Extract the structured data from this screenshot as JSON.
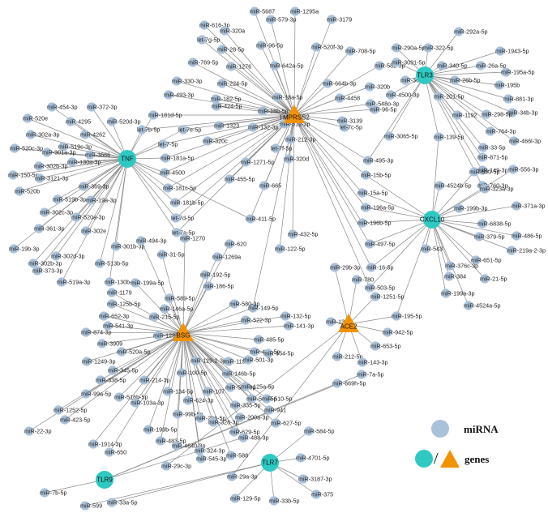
{
  "legend": {
    "mirna_label": "miRNA",
    "genes_label": "genes",
    "slash": "/"
  },
  "genes": [
    {
      "id": "TMPRSS2",
      "label": "TMPRSS2",
      "shape": "triangle"
    },
    {
      "id": "TLR3",
      "label": "TLR3",
      "shape": "circle"
    },
    {
      "id": "TNF",
      "label": "TNF",
      "shape": "circle"
    },
    {
      "id": "CXCL10",
      "label": "CXCL10",
      "shape": "circle"
    },
    {
      "id": "BSG",
      "label": "BSG",
      "shape": "triangle"
    },
    {
      "id": "ACE2",
      "label": "ACE2",
      "shape": "triangle"
    },
    {
      "id": "TLR9",
      "label": "TLR9",
      "shape": "circle"
    },
    {
      "id": "TLR7",
      "label": "TLR7",
      "shape": "circle"
    }
  ],
  "mirnas": [
    {
      "label": "miR-5687",
      "genes": [
        "TMPRSS2"
      ]
    },
    {
      "label": "miR-1295a",
      "genes": [
        "TMPRSS2"
      ]
    },
    {
      "label": "miR-616-3p",
      "genes": [
        "TMPRSS2"
      ]
    },
    {
      "label": "miR-579-3p",
      "genes": [
        "TMPRSS2"
      ]
    },
    {
      "label": "miR-3179",
      "genes": [
        "TMPRSS2"
      ]
    },
    {
      "label": "miR-320a",
      "genes": [
        "TMPRSS2"
      ]
    },
    {
      "label": "let-7g-5p",
      "genes": [
        "TMPRSS2"
      ]
    },
    {
      "label": "miR-28-5p",
      "genes": [
        "TMPRSS2"
      ]
    },
    {
      "label": "miR-96-5p",
      "genes": [
        "TMPRSS2"
      ]
    },
    {
      "label": "miR-520f-3p",
      "genes": [
        "TMPRSS2"
      ]
    },
    {
      "label": "miR-708-5p",
      "genes": [
        "TMPRSS2"
      ]
    },
    {
      "label": "miR-769-5p",
      "genes": [
        "TMPRSS2"
      ]
    },
    {
      "label": "miR-1276",
      "genes": [
        "TMPRSS2"
      ]
    },
    {
      "label": "miR-642a-5p",
      "genes": [
        "TMPRSS2"
      ]
    },
    {
      "label": "miR-582-5p",
      "genes": [
        "TMPRSS2"
      ]
    },
    {
      "label": "miR-330-3p",
      "genes": [
        "TMPRSS2"
      ]
    },
    {
      "label": "miR-224-5p",
      "genes": [
        "TMPRSS2"
      ]
    },
    {
      "label": "miR-664b-3p",
      "genes": [
        "TMPRSS2"
      ]
    },
    {
      "label": "miR-320b",
      "genes": [
        "TMPRSS2"
      ]
    },
    {
      "label": "miR-493-3p",
      "genes": [
        "TMPRSS2"
      ]
    },
    {
      "label": "miR-182-5p",
      "genes": [
        "TMPRSS2"
      ]
    },
    {
      "label": "miR-18a-5p",
      "genes": [
        "TMPRSS2"
      ]
    },
    {
      "label": "miR-4458",
      "genes": [
        "TMPRSS2"
      ]
    },
    {
      "label": "miR-548o-3p",
      "genes": [
        "TMPRSS2"
      ]
    },
    {
      "label": "miR-181d-5p",
      "genes": [
        "TMPRSS2",
        "TNF"
      ]
    },
    {
      "label": "miR-424-5p",
      "genes": [
        "TMPRSS2"
      ]
    },
    {
      "label": "miR-18b-5p",
      "genes": [
        "TMPRSS2"
      ]
    },
    {
      "label": "let-7b-5p",
      "genes": [
        "TMPRSS2",
        "TNF"
      ]
    },
    {
      "label": "let-7e-5p",
      "genes": [
        "TMPRSS2",
        "TNF"
      ]
    },
    {
      "label": "miR-1323",
      "genes": [
        "TMPRSS2"
      ]
    },
    {
      "label": "miR-132-3p",
      "genes": [
        "TMPRSS2"
      ]
    },
    {
      "label": "miR-512-3p",
      "genes": [
        "TMPRSS2"
      ]
    },
    {
      "label": "miR-3139",
      "genes": [
        "TMPRSS2"
      ]
    },
    {
      "label": "miR-96-5p",
      "genes": [
        "TMPRSS2"
      ]
    },
    {
      "label": "let-7c-5p",
      "genes": [
        "TMPRSS2"
      ]
    },
    {
      "label": "let-7-5p",
      "genes": [
        "TMPRSS2",
        "TNF"
      ]
    },
    {
      "label": "miR-181a-5p",
      "genes": [
        "TMPRSS2",
        "TNF"
      ]
    },
    {
      "label": "miR-320c",
      "genes": [
        "TMPRSS2"
      ]
    },
    {
      "label": "miR-212-3p",
      "genes": [
        "TMPRSS2"
      ]
    },
    {
      "label": "let-7f-5p",
      "genes": [
        "TMPRSS2"
      ]
    },
    {
      "label": "miR-1271-5p",
      "genes": [
        "TMPRSS2"
      ]
    },
    {
      "label": "miR-4500",
      "genes": [
        "TMPRSS2",
        "TNF"
      ]
    },
    {
      "label": "miR-320d",
      "genes": [
        "TMPRSS2"
      ]
    },
    {
      "label": "miR-455-5p",
      "genes": [
        "TMPRSS2"
      ]
    },
    {
      "label": "miR-665",
      "genes": [
        "TMPRSS2"
      ]
    },
    {
      "label": "miR-495-3p",
      "genes": [
        "TMPRSS2",
        "TLR3"
      ]
    },
    {
      "label": "miR-15b-5p",
      "genes": [
        "TMPRSS2",
        "CXCL10"
      ]
    },
    {
      "label": "miR-181c-5p",
      "genes": [
        "TMPRSS2",
        "TNF"
      ]
    },
    {
      "label": "miR-181b-5p",
      "genes": [
        "TMPRSS2",
        "TNF"
      ]
    },
    {
      "label": "let-7d-5p",
      "genes": [
        "TMPRSS2",
        "TNF"
      ]
    },
    {
      "label": "let-7a-5p",
      "genes": [
        "TMPRSS2",
        "TNF"
      ]
    },
    {
      "label": "miR-15a-5p",
      "genes": [
        "TMPRSS2",
        "CXCL10"
      ]
    },
    {
      "label": "miR-196a-5p",
      "genes": [
        "TMPRSS2",
        "CXCL10"
      ]
    },
    {
      "label": "miR-411-5p",
      "genes": [
        "TMPRSS2",
        "TNF"
      ]
    },
    {
      "label": "miR-196b-5p",
      "genes": [
        "TMPRSS2",
        "CXCL10"
      ]
    },
    {
      "label": "miR-497-5p",
      "genes": [
        "TMPRSS2",
        "CXCL10"
      ]
    },
    {
      "label": "miR-432-5p",
      "genes": [
        "TMPRSS2"
      ]
    },
    {
      "label": "miR-122-5p",
      "genes": [
        "TMPRSS2"
      ]
    },
    {
      "label": "miR-16-5p",
      "genes": [
        "TMPRSS2",
        "CXCL10"
      ]
    },
    {
      "label": "miR-503-5p",
      "genes": [
        "TMPRSS2",
        "CXCL10"
      ]
    },
    {
      "label": "miR-149-5p",
      "genes": [
        "TMPRSS2",
        "BSG"
      ]
    },
    {
      "label": "miR-292a-5p",
      "genes": [
        "TLR3"
      ]
    },
    {
      "label": "miR-290a-5p",
      "genes": [
        "TLR3"
      ]
    },
    {
      "label": "miR-322-5p",
      "genes": [
        "TLR3"
      ]
    },
    {
      "label": "miR-1943-5p",
      "genes": [
        "TLR3"
      ]
    },
    {
      "label": "miR-3091-5p",
      "genes": [
        "TLR3"
      ]
    },
    {
      "label": "miR-340-5p",
      "genes": [
        "TLR3"
      ]
    },
    {
      "label": "miR-26a-5p",
      "genes": [
        "TLR3"
      ]
    },
    {
      "label": "miR-195a-5p",
      "genes": [
        "TLR3"
      ]
    },
    {
      "label": "miR-365-3p",
      "genes": [
        "TLR3"
      ]
    },
    {
      "label": "miR-26b-5p",
      "genes": [
        "TLR3"
      ]
    },
    {
      "label": "miR-195b",
      "genes": [
        "TLR3"
      ]
    },
    {
      "label": "miR-881-3p",
      "genes": [
        "TLR3"
      ]
    },
    {
      "label": "miR-4500-3p",
      "genes": [
        "TLR3"
      ]
    },
    {
      "label": "miR-201-5p",
      "genes": [
        "TLR3"
      ]
    },
    {
      "label": "miR-34b-3p",
      "genes": [
        "TLR3"
      ]
    },
    {
      "label": "miR-298-5p",
      "genes": [
        "TLR3"
      ]
    },
    {
      "label": "miR-1192",
      "genes": [
        "TLR3"
      ]
    },
    {
      "label": "miR-3065-5p",
      "genes": [
        "TLR3"
      ]
    },
    {
      "label": "miR-764-3p",
      "genes": [
        "TLR3"
      ]
    },
    {
      "label": "miR-466l-3p",
      "genes": [
        "TLR3"
      ]
    },
    {
      "label": "miR-33-5p",
      "genes": [
        "TLR3"
      ]
    },
    {
      "label": "miR-871-5p",
      "genes": [
        "TLR3"
      ]
    },
    {
      "label": "miR-149-3p",
      "genes": [
        "TLR3"
      ]
    },
    {
      "label": "miR-760-3p",
      "genes": [
        "TLR3"
      ]
    },
    {
      "label": "miR-139-5p",
      "genes": [
        "TLR3",
        "CXCL10"
      ]
    },
    {
      "label": "miR-454-3p",
      "genes": [
        "TNF"
      ]
    },
    {
      "label": "miR-372-3p",
      "genes": [
        "TNF"
      ]
    },
    {
      "label": "miR-520e",
      "genes": [
        "TNF"
      ]
    },
    {
      "label": "miR-4295",
      "genes": [
        "TNF"
      ]
    },
    {
      "label": "miR-520d-3p",
      "genes": [
        "TNF"
      ]
    },
    {
      "label": "miR-302a-3p",
      "genes": [
        "TNF"
      ]
    },
    {
      "label": "miR-4262",
      "genes": [
        "TNF"
      ]
    },
    {
      "label": "miR-519c-3p",
      "genes": [
        "TNF"
      ]
    },
    {
      "label": "miR-520c-3p",
      "genes": [
        "TNF"
      ]
    },
    {
      "label": "miR-301a-3p",
      "genes": [
        "TNF"
      ]
    },
    {
      "label": "miR-3666",
      "genes": [
        "TNF"
      ]
    },
    {
      "label": "miR-302b-3p",
      "genes": [
        "TNF"
      ]
    },
    {
      "label": "miR-130a-3p",
      "genes": [
        "TNF"
      ]
    },
    {
      "label": "miR-150-5p",
      "genes": [
        "TNF"
      ]
    },
    {
      "label": "miR-3121-3p",
      "genes": [
        "TNF"
      ]
    },
    {
      "label": "miR-520b",
      "genes": [
        "TNF"
      ]
    },
    {
      "label": "miR-369-3p",
      "genes": [
        "TNF"
      ]
    },
    {
      "label": "miR-519b-3p",
      "genes": [
        "TNF"
      ]
    },
    {
      "label": "miR-19a-3p",
      "genes": [
        "TNF"
      ]
    },
    {
      "label": "miR-302c-3p",
      "genes": [
        "TNF"
      ]
    },
    {
      "label": "miR-520a-3p",
      "genes": [
        "TNF"
      ]
    },
    {
      "label": "miR-361-3p",
      "genes": [
        "TNF"
      ]
    },
    {
      "label": "miR-302e",
      "genes": [
        "TNF"
      ]
    },
    {
      "label": "miR-19b-3p",
      "genes": [
        "TNF"
      ]
    },
    {
      "label": "miR-301b-3p",
      "genes": [
        "TNF"
      ]
    },
    {
      "label": "miR-302d-3p",
      "genes": [
        "TNF"
      ]
    },
    {
      "label": "miR-302b-3p",
      "genes": [
        "TNF"
      ]
    },
    {
      "label": "miR-513b-5p",
      "genes": [
        "TNF"
      ]
    },
    {
      "label": "miR-373-3p",
      "genes": [
        "TNF"
      ]
    },
    {
      "label": "miR-519a-3p",
      "genes": [
        "TNF"
      ]
    },
    {
      "label": "miR-130b-3p",
      "genes": [
        "TNF"
      ]
    },
    {
      "label": "miR-590-5p",
      "genes": [
        "CXCL10"
      ]
    },
    {
      "label": "miR-556-3p",
      "genes": [
        "CXCL10"
      ]
    },
    {
      "label": "miR-4524b-5p",
      "genes": [
        "CXCL10"
      ]
    },
    {
      "label": "miR-323a-3p",
      "genes": [
        "CXCL10"
      ]
    },
    {
      "label": "miR-199b-3p",
      "genes": [
        "CXCL10"
      ]
    },
    {
      "label": "miR-371a-3p",
      "genes": [
        "CXCL10"
      ]
    },
    {
      "label": "miR-6838-5p",
      "genes": [
        "CXCL10"
      ]
    },
    {
      "label": "miR-379-5p",
      "genes": [
        "CXCL10"
      ]
    },
    {
      "label": "miR-486-5p",
      "genes": [
        "CXCL10"
      ]
    },
    {
      "label": "miR-543",
      "genes": [
        "CXCL10"
      ]
    },
    {
      "label": "miR-219a-2-3p",
      "genes": [
        "CXCL10"
      ]
    },
    {
      "label": "miR-651-5p",
      "genes": [
        "CXCL10"
      ]
    },
    {
      "label": "miR-376c-3p",
      "genes": [
        "CXCL10"
      ]
    },
    {
      "label": "miR-384",
      "genes": [
        "CXCL10"
      ]
    },
    {
      "label": "miR-21-5p",
      "genes": [
        "CXCL10"
      ]
    },
    {
      "label": "miR-199a-3p",
      "genes": [
        "CXCL10"
      ]
    },
    {
      "label": "miR-4524a-5p",
      "genes": [
        "CXCL10"
      ]
    },
    {
      "label": "miR-195-5p",
      "genes": [
        "CXCL10",
        "ACE2"
      ]
    },
    {
      "label": "miR-494-3p",
      "genes": [
        "BSG"
      ]
    },
    {
      "label": "miR-1270",
      "genes": [
        "BSG"
      ]
    },
    {
      "label": "miR-620",
      "genes": [
        "BSG"
      ]
    },
    {
      "label": "miR-31-5p",
      "genes": [
        "BSG"
      ]
    },
    {
      "label": "miR-1269a",
      "genes": [
        "BSG"
      ]
    },
    {
      "label": "miR-192-5p",
      "genes": [
        "BSG"
      ]
    },
    {
      "label": "miR-199a-5p",
      "genes": [
        "BSG"
      ]
    },
    {
      "label": "miR-186-5p",
      "genes": [
        "BSG"
      ]
    },
    {
      "label": "miR-1179",
      "genes": [
        "BSG"
      ]
    },
    {
      "label": "miR-589-5p",
      "genes": [
        "BSG"
      ]
    },
    {
      "label": "miR-580-3p",
      "genes": [
        "BSG"
      ]
    },
    {
      "label": "miR-125b-5p",
      "genes": [
        "BSG"
      ]
    },
    {
      "label": "miR-146a-5p",
      "genes": [
        "BSG"
      ]
    },
    {
      "label": "miR-652-3p",
      "genes": [
        "BSG"
      ]
    },
    {
      "label": "miR-215-5p",
      "genes": [
        "BSG"
      ]
    },
    {
      "label": "miR-522-3p",
      "genes": [
        "BSG"
      ]
    },
    {
      "label": "miR-132-5p",
      "genes": [
        "BSG"
      ]
    },
    {
      "label": "miR-541-3p",
      "genes": [
        "BSG"
      ]
    },
    {
      "label": "miR-141-3p",
      "genes": [
        "BSG"
      ]
    },
    {
      "label": "miR-874-3p",
      "genes": [
        "BSG"
      ]
    },
    {
      "label": "miR-1286",
      "genes": [
        "BSG"
      ]
    },
    {
      "label": "miR-485-5p",
      "genes": [
        "BSG"
      ]
    },
    {
      "label": "miR-3909",
      "genes": [
        "BSG"
      ]
    },
    {
      "label": "miR-491-5p",
      "genes": [
        "BSG"
      ]
    },
    {
      "label": "miR-520a-5p",
      "genes": [
        "BSG"
      ]
    },
    {
      "label": "miR-1249-3p",
      "genes": [
        "BSG"
      ]
    },
    {
      "label": "miR-129-2-3p",
      "genes": [
        "BSG"
      ]
    },
    {
      "label": "miR-1197",
      "genes": [
        "BSG"
      ]
    },
    {
      "label": "miR-501-3p",
      "genes": [
        "BSG"
      ]
    },
    {
      "label": "miR-654-5p",
      "genes": [
        "BSG"
      ]
    },
    {
      "label": "miR-345-5p",
      "genes": [
        "BSG"
      ]
    },
    {
      "label": "miR-100-5p",
      "genes": [
        "BSG"
      ]
    },
    {
      "label": "miR-146b-5p",
      "genes": [
        "BSG"
      ]
    },
    {
      "label": "miR-338-5p",
      "genes": [
        "BSG"
      ]
    },
    {
      "label": "miR-214-3p",
      "genes": [
        "BSG"
      ]
    },
    {
      "label": "miR-502-3p",
      "genes": [
        "BSG"
      ]
    },
    {
      "label": "miR-125a-5p",
      "genes": [
        "BSG"
      ]
    },
    {
      "label": "miR-99a-5p",
      "genes": [
        "BSG"
      ]
    },
    {
      "label": "miR-516b-5p",
      "genes": [
        "BSG"
      ]
    },
    {
      "label": "miR-134-5p",
      "genes": [
        "BSG"
      ]
    },
    {
      "label": "miR-107",
      "genes": [
        "BSG"
      ]
    },
    {
      "label": "miR-525-5p",
      "genes": [
        "BSG"
      ]
    },
    {
      "label": "miR-510-5p",
      "genes": [
        "BSG"
      ]
    },
    {
      "label": "miR-1252-5p",
      "genes": [
        "BSG"
      ]
    },
    {
      "label": "miR-103a-3p",
      "genes": [
        "BSG"
      ]
    },
    {
      "label": "miR-624-3p",
      "genes": [
        "BSG"
      ]
    },
    {
      "label": "miR-335-5p",
      "genes": [
        "BSG"
      ]
    },
    {
      "label": "miR-941",
      "genes": [
        "BSG"
      ]
    },
    {
      "label": "miR-423-5p",
      "genes": [
        "BSG"
      ]
    },
    {
      "label": "miR-99b-5p",
      "genes": [
        "BSG"
      ]
    },
    {
      "label": "miR-200a-3p",
      "genes": [
        "BSG"
      ]
    },
    {
      "label": "miR-627-5p",
      "genes": [
        "BSG"
      ]
    },
    {
      "label": "miR-22-3p",
      "genes": [
        "BSG"
      ]
    },
    {
      "label": "miR-199b-5p",
      "genes": [
        "BSG"
      ]
    },
    {
      "label": "miR-296-5p",
      "genes": [
        "BSG"
      ]
    },
    {
      "label": "miR-1914-3p",
      "genes": [
        "BSG"
      ]
    },
    {
      "label": "miR-629-5p",
      "genes": [
        "BSG"
      ]
    },
    {
      "label": "miR-328-3p",
      "genes": [
        "BSG"
      ]
    },
    {
      "label": "miR-483-5p",
      "genes": [
        "BSG"
      ]
    },
    {
      "label": "miR-4640-3p",
      "genes": [
        "BSG"
      ]
    },
    {
      "label": "miR-488-3p",
      "genes": [
        "BSG",
        "TLR9"
      ]
    },
    {
      "label": "miR-324-3p",
      "genes": [
        "BSG"
      ]
    },
    {
      "label": "miR-650",
      "genes": [
        "BSG"
      ]
    },
    {
      "label": "miR-545-3p",
      "genes": [
        "BSG"
      ]
    },
    {
      "label": "miR-588",
      "genes": [
        "BSG"
      ]
    },
    {
      "label": "miR-29c-3p",
      "genes": [
        "ACE2"
      ]
    },
    {
      "label": "miR-29a-3p",
      "genes": [
        "ACE2"
      ]
    },
    {
      "label": "miR-29b-3p",
      "genes": [
        "ACE2"
      ]
    },
    {
      "label": "miR-780",
      "genes": [
        "ACE2"
      ]
    },
    {
      "label": "miR-1251-5p",
      "genes": [
        "ACE2"
      ]
    },
    {
      "label": "miR-1321",
      "genes": [
        "ACE2"
      ]
    },
    {
      "label": "miR-942-5p",
      "genes": [
        "ACE2"
      ]
    },
    {
      "label": "miR-212-5p",
      "genes": [
        "ACE2"
      ]
    },
    {
      "label": "miR-653-5p",
      "genes": [
        "ACE2"
      ]
    },
    {
      "label": "miR-143-3p",
      "genes": [
        "ACE2"
      ]
    },
    {
      "label": "miR-7a-5p",
      "genes": [
        "TLR9"
      ]
    },
    {
      "label": "miR-669h-5p",
      "genes": [
        "TLR9"
      ]
    },
    {
      "label": "miR-7b-5p",
      "genes": [
        "TLR9"
      ]
    },
    {
      "label": "miR-599",
      "genes": [
        "TLR7"
      ]
    },
    {
      "label": "miR-33a-5p",
      "genes": [
        "TLR7"
      ]
    },
    {
      "label": "miR-584-5p",
      "genes": [
        "TLR7"
      ]
    },
    {
      "label": "miR-4701-5p",
      "genes": [
        "TLR7"
      ]
    },
    {
      "label": "miR-3187-3p",
      "genes": [
        "TLR7"
      ]
    },
    {
      "label": "miR-375",
      "genes": [
        "TLR7"
      ]
    },
    {
      "label": "miR-129-5p",
      "genes": [
        "TLR7"
      ]
    },
    {
      "label": "miR-33b-5p",
      "genes": [
        "TLR7"
      ]
    }
  ],
  "colors": {
    "mirna": "#a9c1d9",
    "gene_circle": "#2ec9c3",
    "gene_triangle": "#f39200",
    "edge": "#8a8a8a"
  }
}
